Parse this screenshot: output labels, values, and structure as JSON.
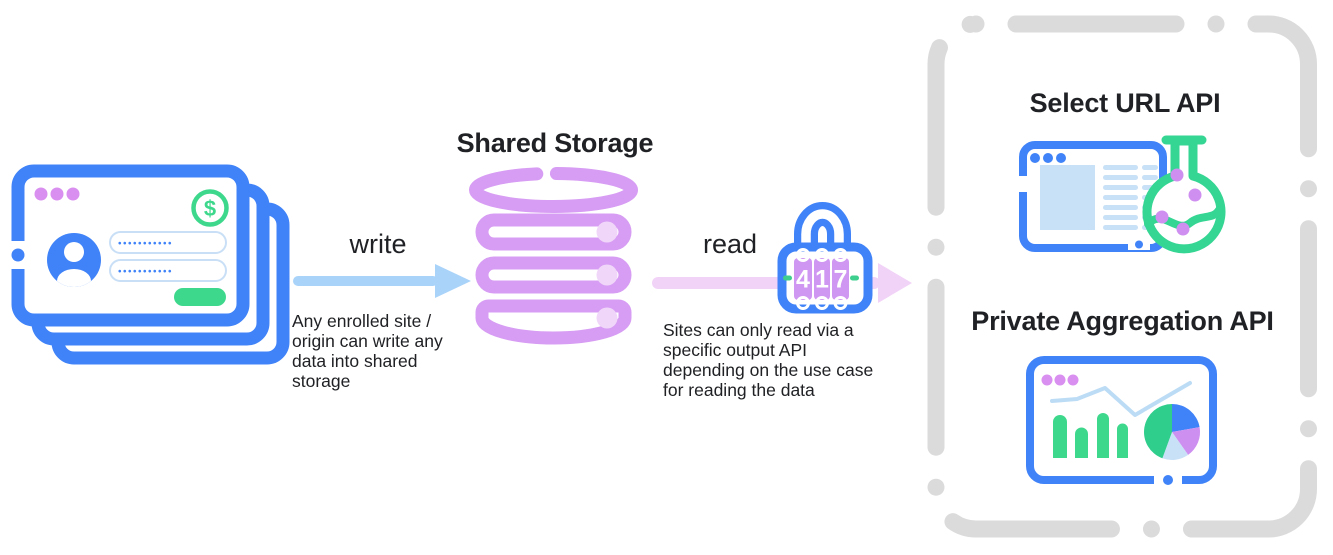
{
  "colors": {
    "blue": "#4083F8",
    "light_blue_arrow": "#A9D3F9",
    "pale_blue_fill": "#C9E1F6",
    "purple_storage": "#D79CF3",
    "pale_purple_dot": "#F0D7FA",
    "orchid_dots": "#D98FEF",
    "pink_read_arrow": "#F2D3F8",
    "green": "#3ED88C",
    "gray_dashed_border": "#DBDBDB",
    "text": "#202124"
  },
  "enrolled_sites": {
    "currency_symbol": "$",
    "password_fields": [
      {
        "value": "•••••••••••"
      },
      {
        "value": "•••••••••••"
      }
    ]
  },
  "write_flow": {
    "label": "write",
    "description": "Any enrolled site / origin can write any data into shared storage"
  },
  "shared_storage": {
    "title": "Shared Storage"
  },
  "read_flow": {
    "label": "read",
    "description": "Sites can only read via a specific output API depending on the use case for reading the data"
  },
  "lock": {
    "digits": [
      "4",
      "1",
      "7"
    ]
  },
  "output_apis": [
    {
      "title": "Select URL API"
    },
    {
      "title": "Private Aggregation API"
    }
  ]
}
